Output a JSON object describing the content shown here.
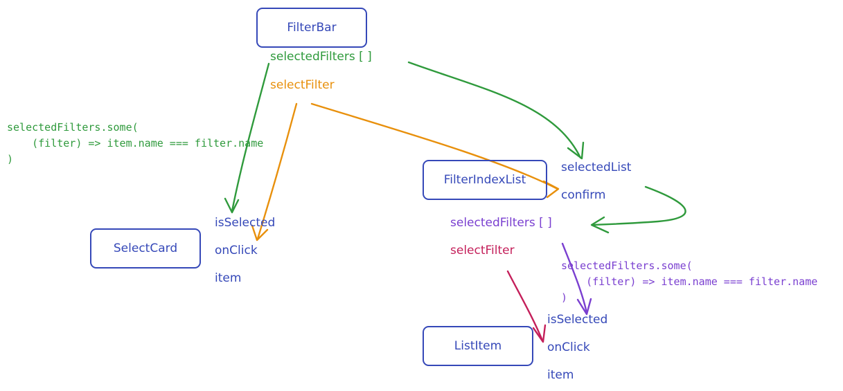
{
  "components": {
    "filter_bar": "FilterBar",
    "select_card": "SelectCard",
    "filter_index_list": "FilterIndexList",
    "list_item": "ListItem"
  },
  "filter_bar": {
    "selected_filters": "selectedFilters [ ]",
    "select_filter": "selectFilter"
  },
  "select_card": {
    "is_selected": "isSelected",
    "on_click": "onClick",
    "item": "item"
  },
  "filter_index_list": {
    "selected_list": "selectedList",
    "confirm": "confirm",
    "selected_filters": "selectedFilters [ ]",
    "select_filter": "selectFilter"
  },
  "list_item": {
    "is_selected": "isSelected",
    "on_click": "onClick",
    "item": "item"
  },
  "snippets": {
    "left": {
      "line1": "selectedFilters.some(",
      "line2": "    (filter) => item.name === filter.name",
      "line3": ")"
    },
    "right": {
      "line1": "selectedFilters.some(",
      "line2": "    (filter) => item.name === filter.name",
      "line3": ")"
    }
  },
  "colors": {
    "blue": "#3548b8",
    "green": "#2f9a3c",
    "orange": "#e8900c",
    "purple": "#7a3fd0",
    "crimson": "#c41f5a"
  }
}
